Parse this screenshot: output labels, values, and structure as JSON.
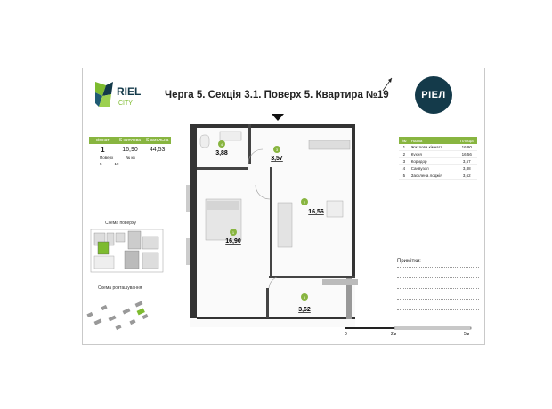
{
  "title": "Черга 5. Секція 3.1. Поверх 5. Квартира №19",
  "logo": {
    "word": "RIEL",
    "sub": "CITY"
  },
  "badge": "РІЕЛ",
  "apartment_info": {
    "headers": [
      "кімнат",
      "S житлова",
      "S загальна"
    ],
    "values": [
      "1",
      "16,90",
      "44,53"
    ],
    "floor_label": "Поверх",
    "floor_value": "5",
    "number_label": "№ кв",
    "number_value": "19"
  },
  "schemes": {
    "floor": "Схема поверху",
    "site": "Схема розташування"
  },
  "areas_table": {
    "headers": [
      "№",
      "Назва",
      "Площа"
    ],
    "rows": [
      {
        "n": "1",
        "name": "Житлова кімната",
        "area": "16,90"
      },
      {
        "n": "2",
        "name": "Кухня",
        "area": "16,56"
      },
      {
        "n": "3",
        "name": "Коридор",
        "area": "3,57"
      },
      {
        "n": "4",
        "name": "Санвузол",
        "area": "3,88"
      },
      {
        "n": "5",
        "name": "Засклена лоджія",
        "area": "3,62"
      }
    ]
  },
  "plan_rooms": [
    {
      "id": "4",
      "area": "3,88"
    },
    {
      "id": "3",
      "area": "3,57"
    },
    {
      "id": "2",
      "area": "16,56"
    },
    {
      "id": "1",
      "area": "16,90"
    },
    {
      "id": "5",
      "area": "3,62"
    }
  ],
  "notes_label": "Примітки:",
  "scale": {
    "start": "0",
    "mid": "2м",
    "end": "5м"
  },
  "colors": {
    "accent": "#88b540",
    "brand": "#143a4a"
  }
}
